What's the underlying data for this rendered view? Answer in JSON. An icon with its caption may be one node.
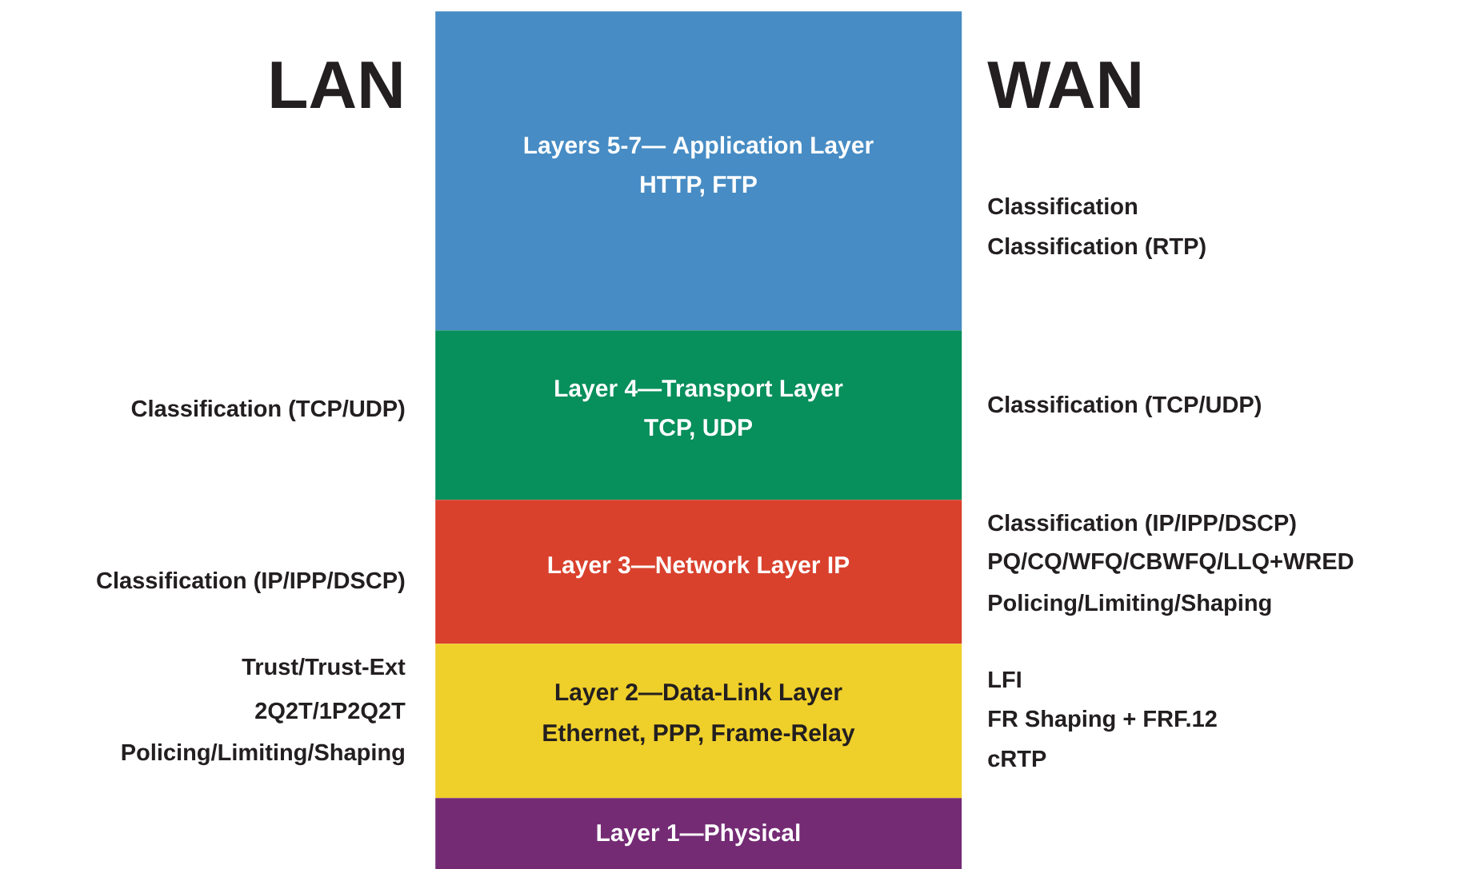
{
  "diagram": {
    "nodes": [
      {
        "text": [
          "Layers 5-7— Application Layer",
          "HTTP, FTP"
        ]
      },
      {
        "text": [
          "Layer 4—Transport Layer",
          "TCP, UDP"
        ]
      },
      {
        "text": [
          "Layer 3—Network Layer IP"
        ]
      },
      {
        "text": [
          "Layer 2—Data-Link Layer",
          "Ethernet, PPP, Frame-Relay"
        ]
      },
      {
        "text": [
          "Layer 1—Physical"
        ]
      }
    ],
    "labels": [
      "LAN",
      "WAN",
      "Classification",
      "Classification (RTP)",
      "Classification (TCP/UDP)",
      "Classification (TCP/UDP)",
      "Classification (IP/IPP/DSCP)",
      "Classification (IP/IPP/DSCP)",
      "PQ/CQ/WFQ/CBWFQ/LLQ+WRED",
      "Policing/Limiting/Shaping",
      "Trust/Trust-Ext",
      "LFI",
      "2Q2T/1P2Q2T",
      "FR Shaping + FRF.12",
      "Policing/Limiting/Shaping",
      "cRTP"
    ]
  }
}
